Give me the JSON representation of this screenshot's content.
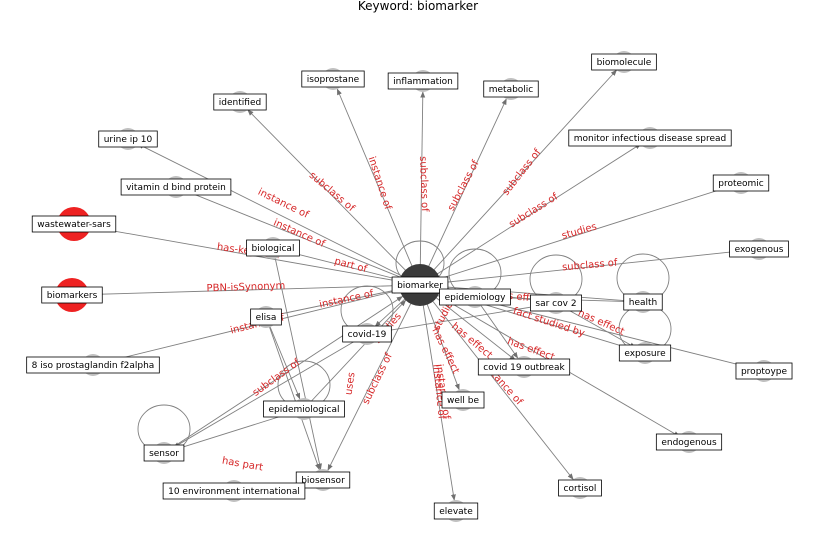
{
  "title": "Keyword: biomarker",
  "colors": {
    "center_node": "#3a3a3a",
    "highlight_node": "#ee2222",
    "default_node": "#c0c0c0",
    "edge": "#808080",
    "edge_label": "#d62728"
  },
  "nodes": [
    {
      "id": "biomarker",
      "label": "biomarker",
      "kind": "center"
    },
    {
      "id": "isoprostane",
      "label": "isoprostane",
      "kind": "default"
    },
    {
      "id": "inflammation",
      "label": "inflammation",
      "kind": "default"
    },
    {
      "id": "metabolic",
      "label": "metabolic",
      "kind": "default"
    },
    {
      "id": "biomolecule",
      "label": "biomolecule",
      "kind": "default"
    },
    {
      "id": "identified",
      "label": "identified",
      "kind": "default"
    },
    {
      "id": "urine-ip-10",
      "label": "urine ip 10",
      "kind": "default"
    },
    {
      "id": "monitor",
      "label": "monitor infectious disease spread",
      "kind": "default"
    },
    {
      "id": "vitamin-d",
      "label": "vitamin d bind protein",
      "kind": "default"
    },
    {
      "id": "proteomic",
      "label": "proteomic",
      "kind": "default"
    },
    {
      "id": "wastewater",
      "label": "wastewater-sars",
      "kind": "highlight"
    },
    {
      "id": "exogenous",
      "label": "exogenous",
      "kind": "default"
    },
    {
      "id": "biological",
      "label": "biological",
      "kind": "default"
    },
    {
      "id": "biomarkers",
      "label": "biomarkers",
      "kind": "highlight"
    },
    {
      "id": "epidemiology",
      "label": "epidemiology",
      "kind": "default"
    },
    {
      "id": "sar-cov-2",
      "label": "sar cov 2",
      "kind": "default"
    },
    {
      "id": "health",
      "label": "health",
      "kind": "default"
    },
    {
      "id": "elisa",
      "label": "elisa",
      "kind": "default"
    },
    {
      "id": "covid-19",
      "label": "covid-19",
      "kind": "default"
    },
    {
      "id": "exposure",
      "label": "exposure",
      "kind": "default"
    },
    {
      "id": "8-iso",
      "label": "8 iso prostaglandin f2alpha",
      "kind": "default"
    },
    {
      "id": "covid-outbreak",
      "label": "covid 19 outbreak",
      "kind": "default"
    },
    {
      "id": "proptoype",
      "label": "proptoype",
      "kind": "default"
    },
    {
      "id": "well-be",
      "label": "well be",
      "kind": "default"
    },
    {
      "id": "epidemiological",
      "label": "epidemiological",
      "kind": "default"
    },
    {
      "id": "endogenous",
      "label": "endogenous",
      "kind": "default"
    },
    {
      "id": "sensor",
      "label": "sensor",
      "kind": "default"
    },
    {
      "id": "biosensor",
      "label": "biosensor",
      "kind": "default"
    },
    {
      "id": "cortisol",
      "label": "cortisol",
      "kind": "default"
    },
    {
      "id": "10-env",
      "label": "10 environment international",
      "kind": "default"
    },
    {
      "id": "elevate",
      "label": "elevate",
      "kind": "default"
    }
  ],
  "edges": [
    {
      "from": "biomarker",
      "to": "isoprostane",
      "label": "instance of"
    },
    {
      "from": "biomarker",
      "to": "inflammation",
      "label": "subclass of"
    },
    {
      "from": "biomarker",
      "to": "metabolic",
      "label": "subclass of"
    },
    {
      "from": "biomarker",
      "to": "biomolecule",
      "label": "subclass of"
    },
    {
      "from": "biomarker",
      "to": "identified",
      "label": "subclass of"
    },
    {
      "from": "biomarker",
      "to": "urine-ip-10",
      "label": "instance of"
    },
    {
      "from": "biomarker",
      "to": "monitor",
      "label": "subclass of"
    },
    {
      "from": "biomarker",
      "to": "vitamin-d",
      "label": "instance of"
    },
    {
      "from": "biomarker",
      "to": "proteomic",
      "label": "studies"
    },
    {
      "from": "wastewater",
      "to": "biomarker",
      "label": "has-keyword"
    },
    {
      "from": "biomarker",
      "to": "exogenous",
      "label": "subclass of"
    },
    {
      "from": "biomarker",
      "to": "biological",
      "label": "part of"
    },
    {
      "from": "biomarkers",
      "to": "biomarker",
      "label": "PBN-isSynonym"
    },
    {
      "from": "biomarker",
      "to": "epidemiology",
      "label": "studies"
    },
    {
      "from": "biomarker",
      "to": "sar-cov-2",
      "label": "has effect"
    },
    {
      "from": "biomarker",
      "to": "health",
      "label": "has effect"
    },
    {
      "from": "elisa",
      "to": "biomarker",
      "label": "instance of"
    },
    {
      "from": "biomarker",
      "to": "covid-19",
      "label": "studies"
    },
    {
      "from": "biomarker",
      "to": "exposure",
      "label": "fact studied by"
    },
    {
      "from": "8-iso",
      "to": "biomarker",
      "label": "instance of"
    },
    {
      "from": "biomarker",
      "to": "covid-outbreak",
      "label": "has effect"
    },
    {
      "from": "biomarker",
      "to": "proptoype",
      "label": "has effect"
    },
    {
      "from": "biomarker",
      "to": "well-be",
      "label": "has effect"
    },
    {
      "from": "epidemiological",
      "to": "biomarker",
      "label": "subclass of"
    },
    {
      "from": "biomarker",
      "to": "endogenous",
      "label": "instance of"
    },
    {
      "from": "sensor",
      "to": "biomarker",
      "label": "subclass of"
    },
    {
      "from": "biomarker",
      "to": "biosensor",
      "label": "uses"
    },
    {
      "from": "biomarker",
      "to": "cortisol",
      "label": "instance of"
    },
    {
      "from": "10-env",
      "to": "biosensor",
      "label": "has part"
    },
    {
      "from": "biomarker",
      "to": "elevate",
      "label": "instance of"
    }
  ]
}
